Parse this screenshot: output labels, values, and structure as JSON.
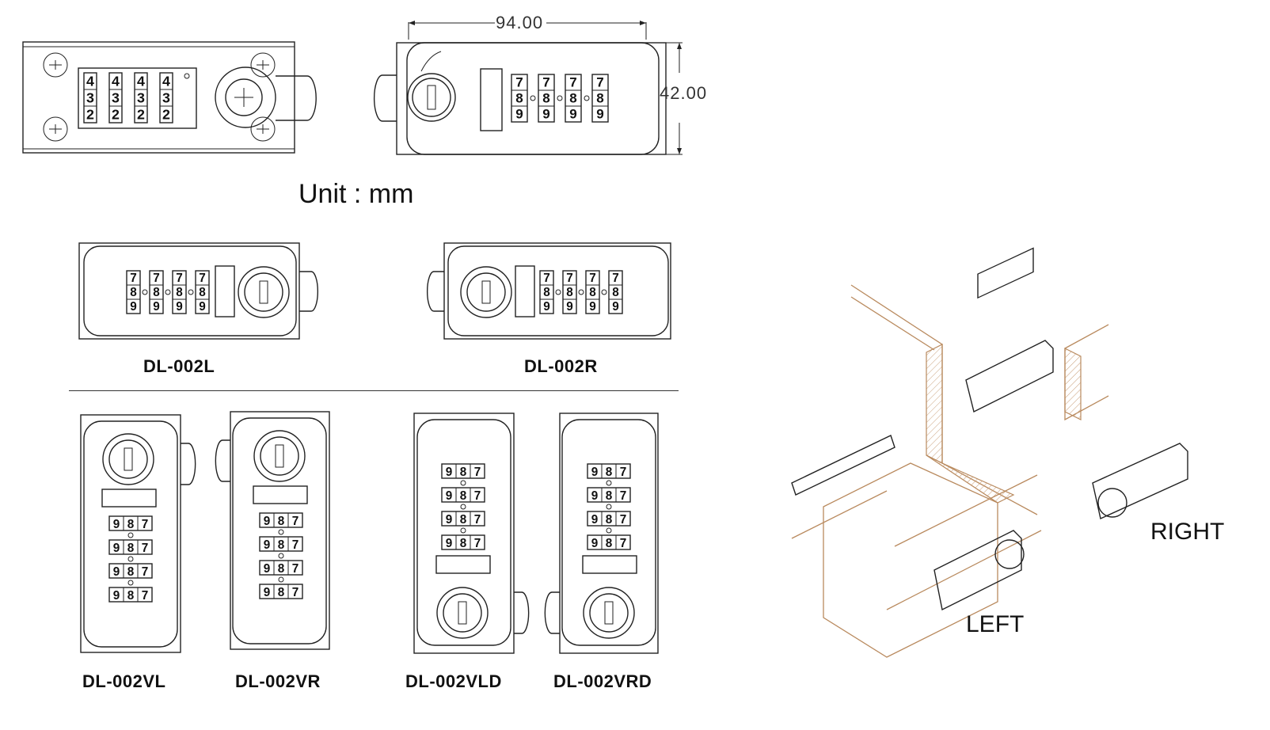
{
  "unit_note": "Unit : mm",
  "dimensions": {
    "width": "94.00",
    "height": "42.00"
  },
  "top_views": {
    "back_view": {
      "wheel_digits": [
        [
          "4",
          "3",
          "2"
        ],
        [
          "4",
          "3",
          "2"
        ],
        [
          "4",
          "3",
          "2"
        ],
        [
          "4",
          "3",
          "2"
        ]
      ]
    },
    "front_view": {
      "wheel_digits": [
        [
          "7",
          "8",
          "9"
        ],
        [
          "7",
          "8",
          "9"
        ],
        [
          "7",
          "8",
          "9"
        ],
        [
          "7",
          "8",
          "9"
        ]
      ]
    }
  },
  "models": [
    {
      "code": "DL-002L",
      "orientation": "horizontal",
      "key_side": "right"
    },
    {
      "code": "DL-002R",
      "orientation": "horizontal",
      "key_side": "left"
    },
    {
      "code": "DL-002VL",
      "orientation": "vertical",
      "key_side": "top"
    },
    {
      "code": "DL-002VR",
      "orientation": "vertical",
      "key_side": "top"
    },
    {
      "code": "DL-002VLD",
      "orientation": "vertical",
      "key_side": "bottom"
    },
    {
      "code": "DL-002VRD",
      "orientation": "vertical",
      "key_side": "bottom"
    }
  ],
  "wheel_row_digits": [
    "9",
    "8",
    "7"
  ],
  "installation": {
    "left_label": "LEFT",
    "right_label": "RIGHT"
  },
  "colors": {
    "line": "#222222",
    "wood": "#b98a5e"
  }
}
